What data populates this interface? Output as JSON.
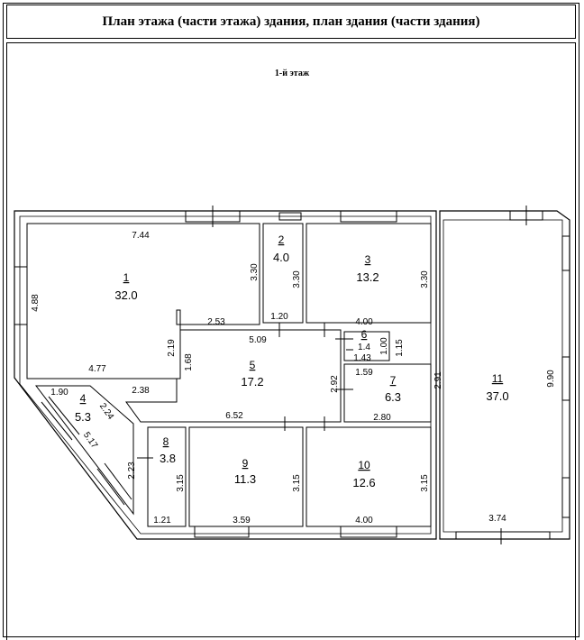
{
  "title": "План этажа (части этажа) здания, план здания (части здания)",
  "floor_label": "1-й этаж",
  "rooms": [
    {
      "number": "1",
      "area": "32.0"
    },
    {
      "number": "2",
      "area": "4.0"
    },
    {
      "number": "3",
      "area": "13.2"
    },
    {
      "number": "4",
      "area": "5.3"
    },
    {
      "number": "5",
      "area": "17.2"
    },
    {
      "number": "6",
      "area": "1.4"
    },
    {
      "number": "7",
      "area": "6.3"
    },
    {
      "number": "8",
      "area": "3.8"
    },
    {
      "number": "9",
      "area": "11.3"
    },
    {
      "number": "10",
      "area": "12.6"
    },
    {
      "number": "11",
      "area": "37.0"
    }
  ],
  "dimensions": {
    "d_744": "7.44",
    "d_330a": "3.30",
    "d_488": "4.88",
    "d_253": "2.53",
    "d_219": "2.19",
    "d_477": "4.77",
    "d_168": "1.68",
    "d_238": "2.38",
    "d_190": "1.90",
    "d_224": "2.24",
    "d_517": "5.17",
    "d_330b": "3.30",
    "d_120": "1.20",
    "d_330c": "3.30",
    "d_400a": "4.00",
    "d_509": "5.09",
    "d_143": "1.43",
    "d_100": "1.00",
    "d_115": "1.15",
    "d_159": "1.59",
    "d_292": "2.92",
    "d_291": "2.91",
    "d_280": "2.80",
    "d_652": "6.52",
    "d_223": "2.23",
    "d_315a": "3.15",
    "d_121": "1.21",
    "d_359": "3.59",
    "d_315b": "3.15",
    "d_400b": "4.00",
    "d_315c": "3.15",
    "d_990": "9.90",
    "d_374": "3.74"
  }
}
